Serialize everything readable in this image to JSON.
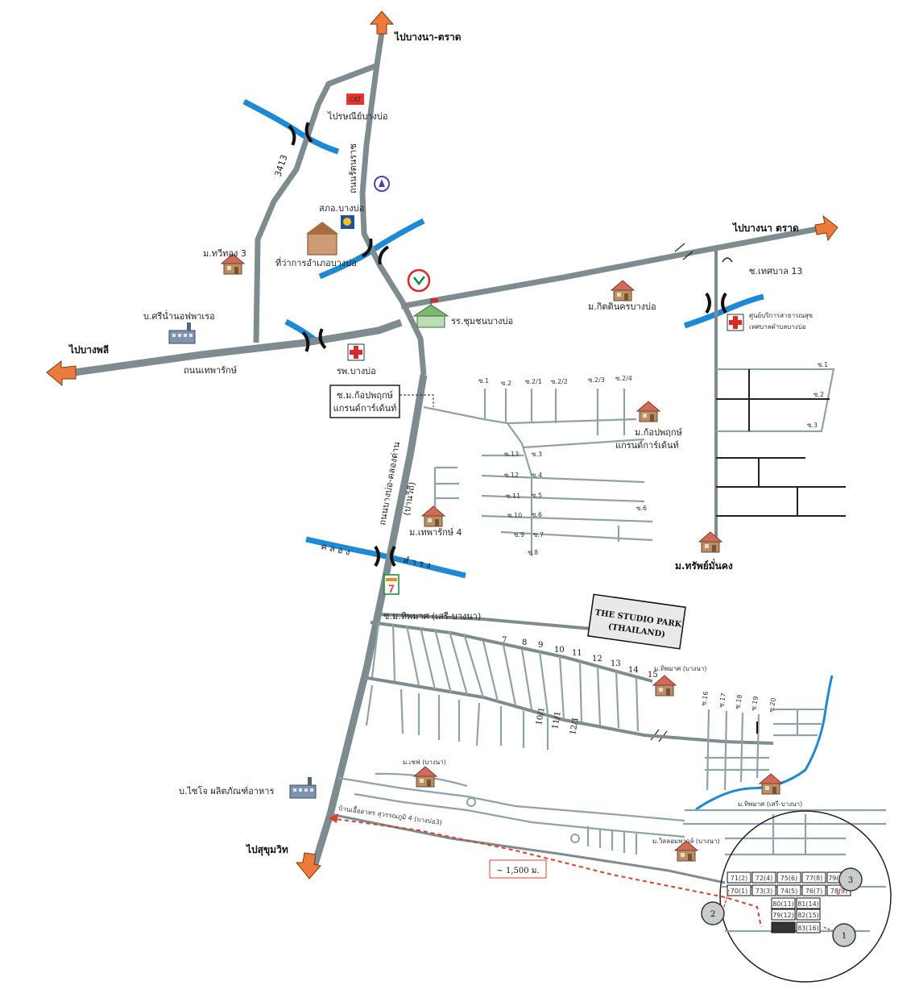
{
  "labels": {
    "to_bangna_trat_north": "ไปบางนา-ตราด",
    "to_bangna_trat_east": "ไปบางนา ตราด",
    "to_bang_phli": "ไปบางพลี",
    "to_sukhumvit": "ไปสุขุมวิท",
    "post_office": "ไปรษณีย์บางบ่อ",
    "cat_logo": "CAT",
    "ratanarat_road": "ถนนรัตนราช",
    "route_3413": "3413",
    "police_station": "สภอ.บางบ่อ",
    "district_office": "ที่ว่าการอำเภอบางบ่อ",
    "m_thawithong3": "ม.ทวีทอง 3",
    "b_sri_nam_factory": "บ.ศรีน่ำนอฟพาเรอ",
    "thepharak_road": "ถนนเทพารักษ์",
    "hospital": "รพ.บางบ่อ",
    "school": "รร.ชุมชนบางบ่อ",
    "m_kitin": "ม.กิตตินครบางบ่อ",
    "soi_thesaban13": "ซ.เทศบาล 13",
    "health_center_1": "ศูนย์บริการสาธารณสุข",
    "health_center_2": "เทศบาลตำบลบางบ่อ",
    "soi_m_korpruek_1": "ซ.ม.ก้อปพฤกษ์",
    "soi_m_korpruek_2": "แกรนด์การ์เด้นท์",
    "m_korpruek_1": "ม.ก้อปพฤกษ์",
    "m_korpruek_2": "แกรนด์การ์เด้นท์",
    "bangbo_khlongdan_road": "ถนนบางบ่อ-คลองด่าน",
    "pannawithi": "(ปานวิถี)",
    "m_thepharak4": "ม.เทพารักษ์ 4",
    "khlong_1": "ค ล อ ง",
    "khlong_2": "สํ า ร ง",
    "m_sapmankong": "ม.ทรัพย์มั่นคง",
    "soi_m_thiphmas": "ซ.ม.ทิพมาศ (เสรี-บางนา)",
    "studio_park_1": "THE STUDIO PARK",
    "studio_park_2": "(THAILAND)",
    "m_thiphmas_bangna": "ม.ทิพมาศ (บางนา)",
    "m_chef_bangna": "ม.เชฟ (บางนา)",
    "b_saiyo_factory": "บ.ไซโจ ผลิตภัณฑ์อาหาร",
    "ban_ua_athon": "บ้านเอื้ออาทร สุวรรณภูมิ 4 (บางบ่อ3)",
    "distance": "~ 1,500 ม.",
    "m_thiphmas_seri": "ม.ทิพมาศ (เสรี-บางนา)",
    "m_villa_bangna": "ม.วิลลอมพาวล์ (บางนา)"
  },
  "soi_top": [
    "ซ.1",
    "ซ.2",
    "ซ.2/1",
    "ซ.2/2",
    "ซ.2/3",
    "ซ.2/4"
  ],
  "soi_mid_left": [
    "ซ.13",
    "ซ.12",
    "ซ.11",
    "ซ.10",
    "ซ.9"
  ],
  "soi_mid_right": [
    "ซ.3",
    "ซ.4",
    "ซ.5",
    "ซ.6",
    "ซ.7",
    "ซ.8"
  ],
  "soi_mid_far": "ซ.6",
  "soi_east": [
    "ซ.1",
    "ซ.2",
    "ซ.3"
  ],
  "soi_numbers": [
    "7",
    "8",
    "9",
    "10",
    "11",
    "12",
    "13",
    "14",
    "15"
  ],
  "soi_sub": [
    "10/1",
    "11/1",
    "12/1"
  ],
  "soi_south_east": [
    "ซ.16",
    "ซ.17",
    "ซ.18",
    "ซ.19",
    "ซ.20"
  ],
  "blocks": [
    [
      "71(2)",
      "72(4)",
      "75(6)",
      "77(8)",
      "79(10)"
    ],
    [
      "70(1)",
      "73(3)",
      "74(5)",
      "76(7)",
      "78(9)"
    ],
    [
      "80(11)",
      "81(14)"
    ],
    [
      "79(12)",
      "82(15)"
    ],
    [
      "",
      "83(16)"
    ]
  ],
  "markers": [
    "1",
    "2",
    "3"
  ],
  "colors": {
    "road": "#7f8c8f",
    "canal": "#1e8ad6",
    "arrow": "#ec7a3a",
    "distance": "#d9412f",
    "cross": "#d82a2a",
    "seven_green": "#0c8a3a",
    "seven_red": "#e8412c",
    "seven_orange": "#f28c1e"
  },
  "icons": [
    "house-icon",
    "factory-icon",
    "hospital-cross-icon",
    "school-icon",
    "bridge-icon",
    "arrow-icon",
    "seven-eleven-icon",
    "post-office-icon",
    "temple-icon",
    "kasikorn-bank-icon"
  ]
}
